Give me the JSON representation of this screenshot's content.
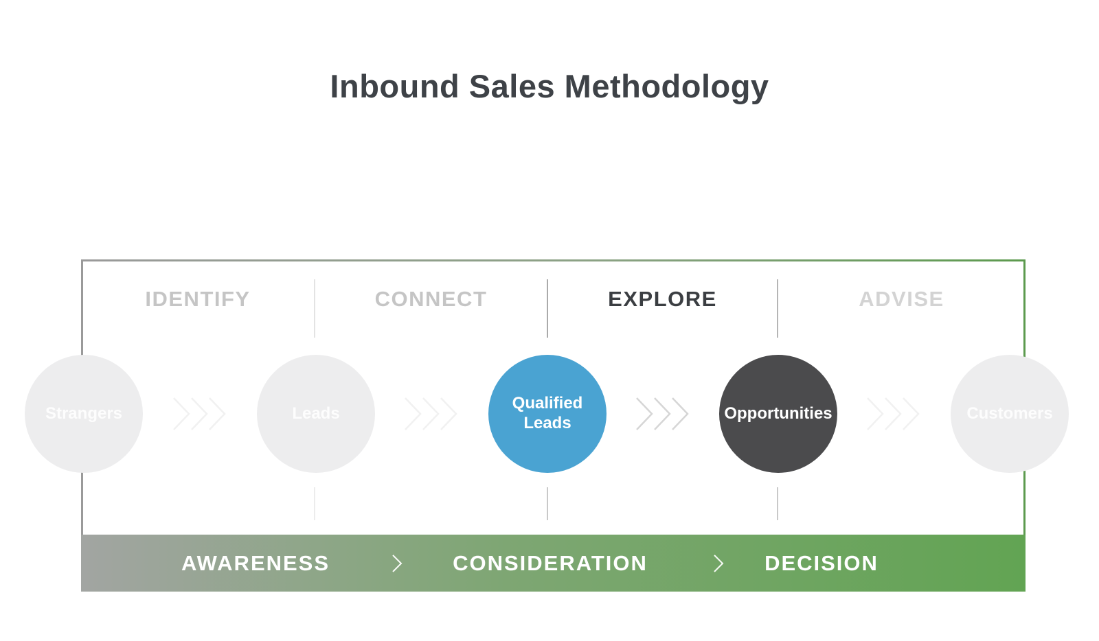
{
  "title": "Inbound Sales Methodology",
  "stages": [
    {
      "label": "IDENTIFY",
      "active": false
    },
    {
      "label": "CONNECT",
      "active": false
    },
    {
      "label": "EXPLORE",
      "active": true
    },
    {
      "label": "ADVISE",
      "active": false
    }
  ],
  "funnel": [
    {
      "label": "Strangers",
      "state": "muted"
    },
    {
      "label": "Leads",
      "state": "muted"
    },
    {
      "label": "Qualified Leads",
      "state": "highlighted-blue"
    },
    {
      "label": "Opportunities",
      "state": "highlighted-dark"
    },
    {
      "label": "Customers",
      "state": "muted"
    }
  ],
  "journey": [
    {
      "label": "AWARENESS"
    },
    {
      "label": "CONSIDERATION"
    },
    {
      "label": "DECISION"
    }
  ],
  "colors": {
    "accent_blue": "#4AA3D2",
    "dark_circle": "#4B4B4D",
    "muted_circle": "#EDEDEE",
    "bar_gray": "#A2A5A2",
    "bar_green": "#62A453",
    "border_gray": "#9A9A9A",
    "border_green": "#5C9A4E",
    "title_text": "#3E4247",
    "inactive_label": "#C5C5C5",
    "active_label": "#3B3E42"
  }
}
